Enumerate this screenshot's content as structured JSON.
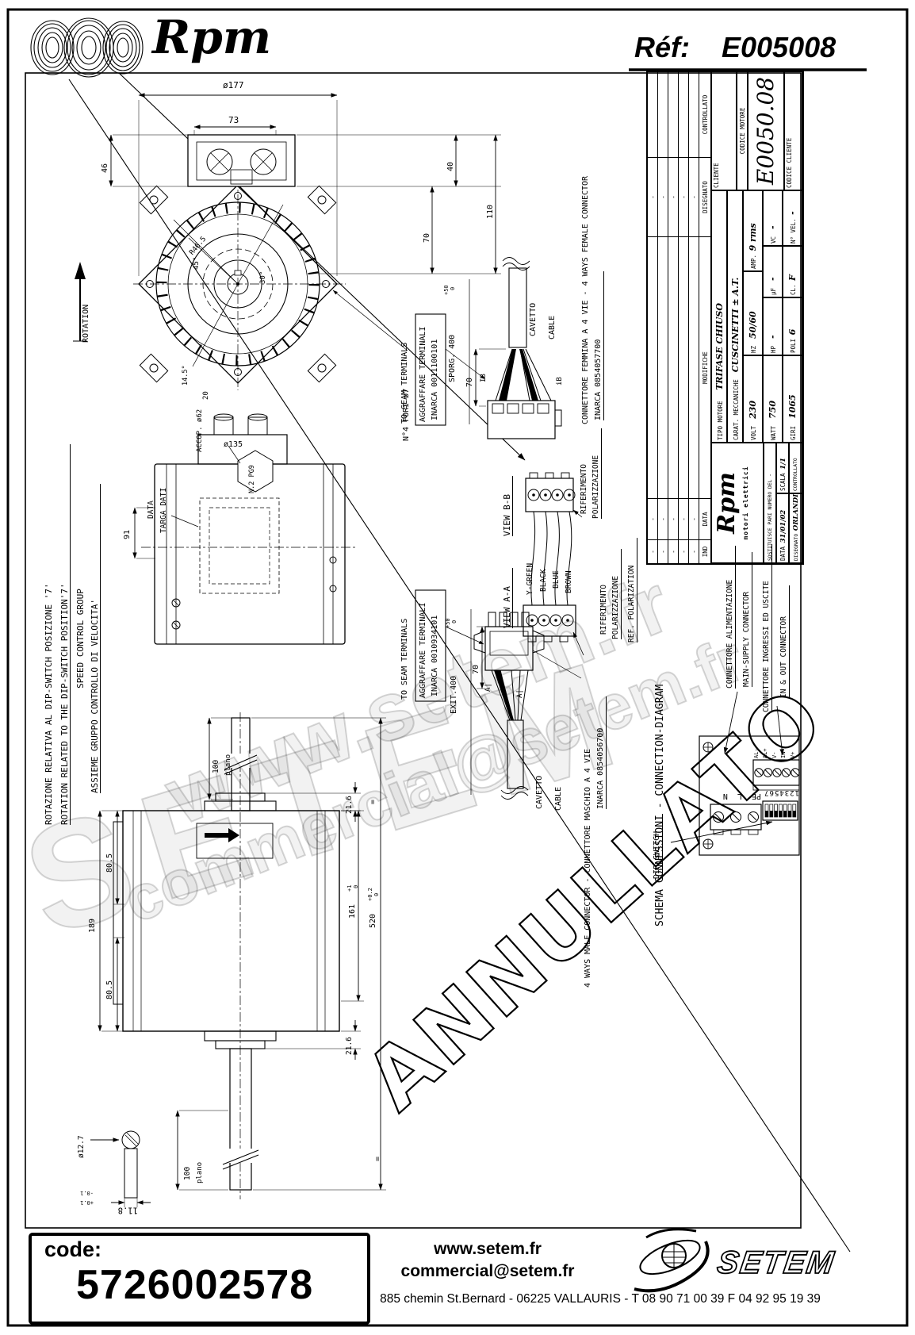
{
  "header": {
    "brand": "Rpm",
    "ref_label": "Réf:",
    "ref_value": "E005008"
  },
  "left_notes": {
    "line1": "ROTAZIONE RELATIVA AL DIP-SWITCH POSIZIONE '7'",
    "line2": "ROTATION RELATED TO THE DIP-SWITCH POSITION'7'",
    "line3": "SPEED CONTROL GROUP",
    "line4": "ASSIEME GRUPPO CONTROLLO DI VELOCITA'",
    "rotation": "ROTATION"
  },
  "front_view": {
    "d177": "ø177",
    "d73": "73",
    "d46": "46",
    "d40": "40",
    "d110": "110",
    "d70": "70",
    "d135": "ø135",
    "r": "R46.5",
    "a45": "45°",
    "a30": "30°",
    "a145": "14.5°",
    "d20": "20",
    "accop": "ACCOP. ø62",
    "fori": "N°4 FORI ø7"
  },
  "side_view": {
    "plate1": "DATA",
    "plate2": "TARGA DATI",
    "pg9": "N.2 PG9",
    "d91": "91"
  },
  "long_view": {
    "d100": "100",
    "plano": "plano",
    "d216": "21.6",
    "d805": "80.5",
    "d189": "189",
    "d161": "161",
    "tol161p": "+1",
    "tol161z": "0",
    "d520": "520",
    "tol520p": "+0.2",
    "tol520z": "0",
    "d127": "ø12.7",
    "d118": "11.8",
    "tolp": "+0.1",
    "tolm": "-0.1",
    "eq": "="
  },
  "female": {
    "seam": "TO SEAM TERMINALS",
    "crimp1": "AGGRAFFARE TERMINALI",
    "crimp2": "INARCA 0011100101",
    "sporg": "SPORG. 400",
    "tolp": "+50",
    "tolz": "0",
    "d70": "70",
    "ib1": "IB",
    "ib2": "iB",
    "cavetto": "CAVETTO",
    "cable": "CABLE",
    "name": "CONNETTORE FEMMINA A 4 VIE  -  4 WAYS FEMALE CONNECTOR",
    "code": "INARCA 0854057700"
  },
  "views_conn": {
    "view_bb": "VIEW B-B",
    "view_aa": "VIEW A-A",
    "w1": "Y-GREEN",
    "w2": "BLACK",
    "w3": "BLUE",
    "w4": "BROWN",
    "rif1": "RIFERIMENTO",
    "rif2": "POLARIZZAZIONE",
    "ref_en": "REF. POLARIZATION"
  },
  "male": {
    "seam": "TO SEAM TERMINALS",
    "crimp1": "AGGRAFFARE TERMINALI",
    "crimp2": "INARCA 0010934101",
    "exit": "EXIT.400",
    "tolp": "+50",
    "tolz": "0",
    "d70": "70",
    "a1": "A|",
    "a2": "A|",
    "cavetto": "CAVETTO",
    "cable": "CABLE",
    "name": "4 WAYS MALE CONNECTOR  -  CONNETTORE MASCHIO A 4 VIE",
    "code": "INARCA 0854056700"
  },
  "title_block": {
    "rev": {
      "ind": "IND",
      "data": "DATA",
      "modifiche": "MODIFICHE",
      "disegnato": "DISEGNATO",
      "controllato": "CONTROLLATO",
      "dash": "-"
    },
    "tipo_label": "TIPO MOTORE",
    "tipo_value": "TRIFASE CHIUSO",
    "carat_label": "CARAT. MECCANICHE",
    "carat_value": "CUSCINETTI ± A.T.",
    "volt_label": "VOLT",
    "volt": "230",
    "hz_label": "HZ",
    "hz": "50/60",
    "amp_label": "AMP.",
    "amp": "9 rms",
    "watt_label": "WATT",
    "watt": "750",
    "hp_label": "HP",
    "hp": "-",
    "uf_label": "µF",
    "uf": "-",
    "vc_label": "VC",
    "vc": "-",
    "giri_label": "GIRI",
    "giri": "1065",
    "poli_label": "POLI",
    "poli": "6",
    "cl_label": "CL.",
    "cl": "F",
    "nvel_label": "N° VEL.",
    "nvel": "-",
    "cliente": "CLIENTE",
    "cod_mot_label": "CODICE MOTORE",
    "cod_mot": "E0050.08",
    "cod_cli": "CODICE CLIENTE",
    "logo": "Rpm",
    "logo_sub": "motori elettrici",
    "sost": "SOSTITUISCE PARI NUMERO DEL  -",
    "data_label": "DATA",
    "data": "31/01/02",
    "scala_label": "SCALA",
    "scala": "1/1",
    "dis_label": "DISEGNATO",
    "dis": "ORLANDI",
    "contr_label": "CONTROLLATO"
  },
  "pcb": {
    "title": "SCHEMA CONNESSIONI - CONNECTION-DIAGRAM",
    "alim_it": "CONNETTORE ALIMENTAZIONE",
    "alim_en": "MAIN-SUPPLY CONNECTOR",
    "io_it": "CONNETTORE INGRESSI ED USCITE",
    "io_en": "IN & OUT CONNECTOR",
    "t1": "AL-",
    "t2": "AL+",
    "t3": "V-",
    "t4": "IN",
    "t5": "V+",
    "p1": "PE",
    "p2": "L",
    "p3": "N",
    "dip_num": "1234567",
    "dip": "DIP-SWITCH"
  },
  "watermark": {
    "w1": "www.setem.fr",
    "w2": "SETEM",
    "w3": "commercial@setem.fr",
    "cancel": "ANNULLATO"
  },
  "footer": {
    "code_label": "code:",
    "code": "5726002578",
    "web": "www.setem.fr",
    "email": "commercial@setem.fr",
    "brand": "SETEM",
    "address": "885 chemin St.Bernard  -  06225 VALLAURIS  -  T 08 90 71 00 39   F 04 92 95 19 39"
  }
}
